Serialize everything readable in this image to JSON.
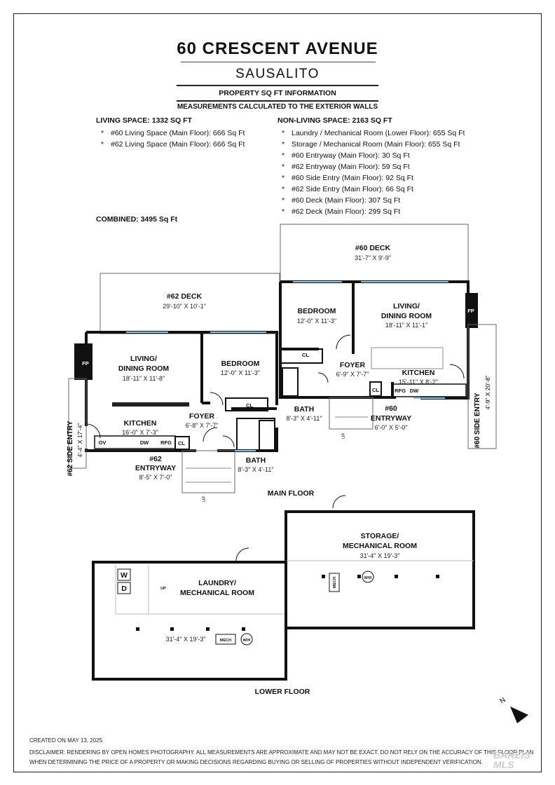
{
  "header": {
    "address": "60 CRESCENT AVENUE",
    "city": "SAUSALITO",
    "info_title": "PROPERTY SQ FT INFORMATION",
    "info_subtitle": "MEASUREMENTS CALCULATED TO THE EXTERIOR WALLS"
  },
  "living": {
    "heading": "LIVING SPACE: 1332 SQ FT",
    "items": [
      "#60 Living Space (Main Floor):  666 Sq Ft",
      "#62 Living Space (Main Floor):  666 Sq Ft"
    ]
  },
  "non_living": {
    "heading": "NON-LIVING SPACE: 2163 SQ FT",
    "items": [
      "Laundry / Mechanical Room (Lower Floor):  655 Sq Ft",
      "Storage / Mechanical Room (Main Floor):  655 Sq Ft",
      "#60 Entryway (Main Floor):  30 Sq Ft",
      "#62 Entryway (Main Floor):  59 Sq Ft",
      "#60 Side Entry (Main Floor):  92 Sq Ft",
      "#62 Side Entry (Main Floor):  66 Sq Ft",
      "#60 Deck (Main Floor):  307 Sq Ft",
      "#62 Deck (Main Floor):  299 Sq Ft"
    ]
  },
  "combined": "COMBINED:   3495  Sq Ft",
  "rooms": {
    "deck60": {
      "name": "#60 DECK",
      "dims": "31'-7\" X 9'-9\""
    },
    "deck62": {
      "name": "#62 DECK",
      "dims": "29'-10\" X 10'-1\""
    },
    "bed60": {
      "name": "BEDROOM",
      "dims": "12'-0\" X 11'-3\""
    },
    "living60": {
      "name1": "LIVING/",
      "name2": "DINING ROOM",
      "dims": "18'-11\" X 11'-1\""
    },
    "living62": {
      "name1": "LIVING/",
      "name2": "DINING ROOM",
      "dims": "18'-11\" X 11'-8\""
    },
    "bed62": {
      "name": "BEDROOM",
      "dims": "12'-0\" X 11'-3\""
    },
    "foyer60": {
      "name": "FOYER",
      "dims": "6'-9\" X 7'-7\""
    },
    "kitchen60": {
      "name": "KITCHEN",
      "dims": "15'-11\" X 8'-2\""
    },
    "bath60": {
      "name": "BATH",
      "dims": "8'-3\" X 4'-11\""
    },
    "entry60": {
      "name1": "#60",
      "name2": "ENTRYWAY",
      "dims": "6'-0\" X 5'-0\""
    },
    "side60": {
      "name": "#60 SIDE ENTRY",
      "dims": "4'-9\" X 20'-8\""
    },
    "kitchen62": {
      "name": "KITCHEN",
      "dims": "16'-0\" X 7'-3\""
    },
    "foyer62": {
      "name": "FOYER",
      "dims": "6'-8\" X 7'-7\""
    },
    "bath62": {
      "name": "BATH",
      "dims": "8'-3\" X 4'-11\""
    },
    "entry62": {
      "name1": "#62",
      "name2": "ENTRYWAY",
      "dims": "8'-5\" X 7'-0\""
    },
    "side62": {
      "name": "#62 SIDE ENTRY",
      "dims": "4'-4\" X 17'-4\""
    },
    "storage": {
      "name1": "STORAGE/",
      "name2": "MECHANICAL ROOM",
      "dims": "31'-4\" X 19'-3\""
    },
    "laundry": {
      "name1": "LAUNDRY/",
      "name2": "MECHANICAL ROOM",
      "dims": "31'-4\" X 19'-3\""
    }
  },
  "fixtures": {
    "fp": "FP",
    "cl": "CL",
    "dw": "DW",
    "rfg": "RFG",
    "ov": "OV",
    "up": "UP",
    "mech": "MECH",
    "wh": "W/H",
    "w": "W",
    "d": "D"
  },
  "floors": {
    "main": "MAIN FLOOR",
    "lower": "LOWER FLOOR"
  },
  "footer": {
    "created": "CREATED ON MAY 13, 2025",
    "disclaimer1": "DISCLAIMER: RENDERING BY OPEN HOMES PHOTOGRAPHY. ALL MEASUREMENTS ARE APPROXIMATE AND MAY NOT BE EXACT. DO NOT RELY ON THE ACCURACY OF THIS FLOOR PLAN",
    "disclaimer2": "WHEN DETERMINING THE PRICE OF A PROPERTY OR MAKING DECISIONS REGARDING BUYING OR SELLING OF PROPERTIES WITHOUT INDEPENDENT VERIFICATION.",
    "watermark1": "BAREIS",
    "watermark2": "MLS"
  },
  "compass": {
    "label": "N"
  }
}
